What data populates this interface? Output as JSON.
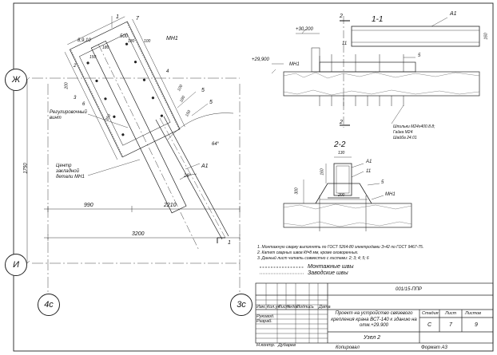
{
  "axes": {
    "zh": "Ж",
    "i": "И",
    "c4": "4с",
    "c3": "3с"
  },
  "plan": {
    "label_7": "7",
    "label_1_top": "1",
    "label_1_bottom": "1",
    "label_8910": "8,9,10",
    "label_mn1": "МН1",
    "label_2": "2",
    "label_3": "3",
    "label_4": "4",
    "label_5a": "5",
    "label_5b": "5",
    "label_6": "6",
    "label_a1": "А1",
    "dim_500": "500",
    "dim_180a": "180",
    "dim_180b": "180",
    "dim_150": "150",
    "dim_100": "100",
    "dim_200": "200",
    "dim_350": "350",
    "dim_100b": "100",
    "dim_180c": "180",
    "dim_150b": "150",
    "dim_990": "990",
    "dim_2210": "2210",
    "dim_3200": "3200",
    "dim_1750": "1750",
    "angle_64": "64°",
    "angle_26": "26°",
    "note_screw": "Регулировочный винт",
    "note_center": "Центр закладной детали МН1"
  },
  "section_11": {
    "title": "1-1",
    "level_30200": "+30,200",
    "level_29900": "+29,900",
    "label_2_top": "2",
    "label_2_bot": "2",
    "label_a1": "А1",
    "label_mn1": "МН1",
    "label_11": "11",
    "label_5": "5",
    "label_160": "160",
    "bolt_note_1": "Шпильки М24х400.8.8;",
    "bolt_note_2": "Гайка М24",
    "bolt_note_3": "Шайба 24.01"
  },
  "section_22": {
    "title": "2-2",
    "dim_130": "130",
    "dim_160": "160",
    "dim_300": "300",
    "dim_200": "200",
    "label_a1": "А1",
    "label_11": "11",
    "label_5": "5",
    "label_mn1": "МН1"
  },
  "notes": [
    "1. Монтажную сварку выполнять по ГОСТ 5264-80 электродами Э-42 по ГОСТ 9467-75.",
    "2. Катет сварных швов Кf=8 мм, кроме оговоренных.",
    "3. Данный лист читать совместно с листами: 2; 3; 4; 5; 6"
  ],
  "legend": {
    "mounting": "Монтажные швы",
    "factory": "Заводские швы"
  },
  "title_block": {
    "code": "001/15-ППР",
    "col_izm": "Изм.",
    "col_koluch": "Кол.уч",
    "col_list": "Лист",
    "col_ndok": "№док",
    "col_podpis": "Подпись",
    "col_data": "Дата",
    "rukovod": "Руковод.",
    "razrab": "Разраб.",
    "nkontr": "Н.контр.",
    "nkontr_name": "Дубарев",
    "project_title": "Проект на устройство связевого крепления крана ВСТ-140 к зданию на отм.+29.900",
    "node": "Узел 2",
    "stage_hdr": "Стадия",
    "sheet_hdr": "Лист",
    "sheets_hdr": "Листов",
    "stage": "С",
    "sheet": "7",
    "sheets": "9"
  },
  "footer": {
    "copied": "Копировал",
    "format": "Формат А3"
  }
}
